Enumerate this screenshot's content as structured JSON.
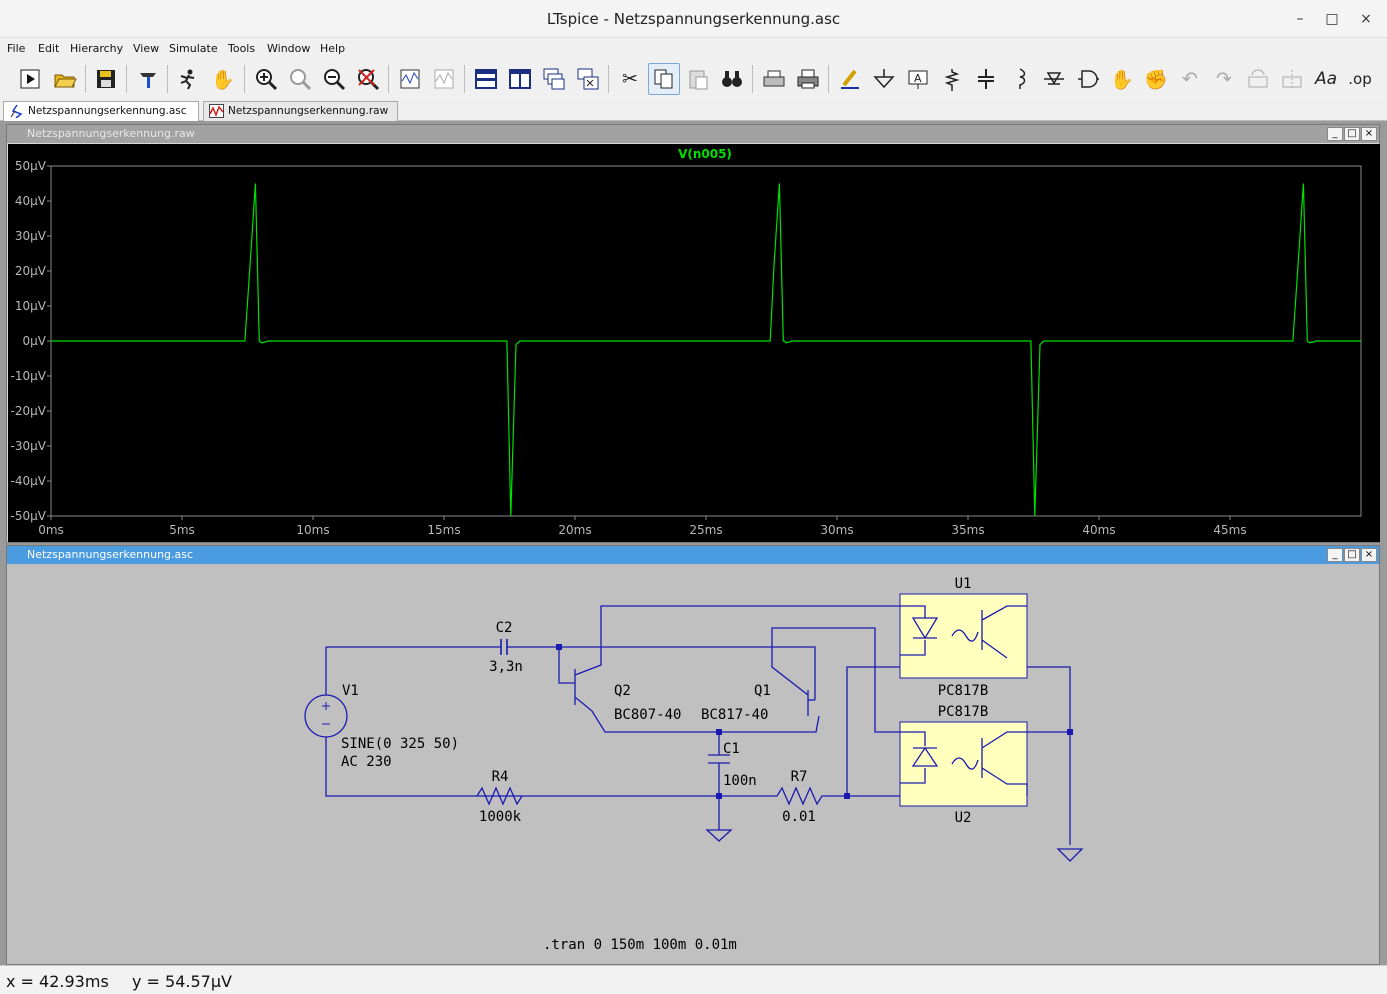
{
  "window": {
    "title": "LTspice - Netzspannungserkennung.asc",
    "btn_min": "–",
    "btn_max": "□",
    "btn_close": "×"
  },
  "menu": {
    "items": [
      "File",
      "Edit",
      "Hierarchy",
      "View",
      "Simulate",
      "Tools",
      "Window",
      "Help"
    ]
  },
  "toolbar": {
    "tools": [
      "run-icon",
      "open-icon",
      "save-icon",
      "control-panel-icon",
      "halt-icon",
      "pan-hand-icon",
      "zoom-in-icon",
      "zoom-fit-icon",
      "zoom-out-icon",
      "zoom-cancel-icon",
      "autorange-icon",
      "clear-plot-icon",
      "tile-horizontal-icon",
      "tile-vertical-icon",
      "cascade-icon",
      "close-all-icon",
      "cut-icon",
      "copy-icon",
      "paste-icon",
      "find-icon",
      "print-setup-icon",
      "print-icon",
      "wire-icon",
      "ground-icon",
      "label-net-icon",
      "resistor-icon",
      "capacitor-icon",
      "inductor-icon",
      "diode-icon",
      "component-icon",
      "move-icon",
      "drag-icon",
      "undo-icon",
      "redo-icon",
      "rotate-icon",
      "mirror-icon",
      "text-icon",
      "spice-directive-icon"
    ],
    "text_aa": "Aa",
    "text_op": ".op"
  },
  "tabs": [
    {
      "label": "Netzspannungserkennung.asc",
      "active": true
    },
    {
      "label": "Netzspannungserkennung.raw",
      "active": false
    }
  ],
  "waveform": {
    "window_title": "Netzspannungserkennung.raw",
    "chart_data": {
      "type": "line",
      "title": "V(n005)",
      "x_unit": "ms",
      "y_unit": "µV",
      "xlim": [
        0,
        50
      ],
      "ylim": [
        -50,
        50
      ],
      "xticks": [
        "0ms",
        "5ms",
        "10ms",
        "15ms",
        "20ms",
        "25ms",
        "30ms",
        "35ms",
        "40ms",
        "45ms"
      ],
      "yticks": [
        "50µV",
        "40µV",
        "30µV",
        "20µV",
        "10µV",
        "0µV",
        "-10µV",
        "-20µV",
        "-30µV",
        "-40µV",
        "-50µV"
      ],
      "series": [
        {
          "name": "V(n005)",
          "color": "#00e000",
          "x": [
            0,
            7.4,
            7.6,
            7.8,
            7.95,
            8.05,
            8.3,
            17.4,
            17.55,
            17.75,
            17.9,
            28,
            27.45,
            27.6,
            27.8,
            27.95,
            28.05,
            28.3,
            37.4,
            37.55,
            37.75,
            37.9,
            47.4,
            47.6,
            47.8,
            47.95,
            48.05,
            48.3,
            50
          ],
          "y": [
            0,
            0,
            22,
            45,
            0,
            -0.5,
            0,
            0,
            -50,
            -1,
            0,
            0,
            0,
            22,
            45,
            0,
            -0.5,
            0,
            0,
            -50,
            -1,
            0,
            0,
            22,
            45,
            0,
            -0.5,
            0,
            0
          ]
        }
      ]
    }
  },
  "schematic": {
    "window_title": "Netzspannungserkennung.asc",
    "labels": {
      "c2": "C2",
      "c2_val": "3,3n",
      "v1": "V1",
      "v1_val1": "SINE(0 325 50)",
      "v1_val2": "AC 230",
      "r4": "R4",
      "r4_val": "1000k",
      "q2": "Q2",
      "q2_val": "BC807-40",
      "q1": "Q1",
      "q1_val": "BC817-40",
      "c1": "C1",
      "c1_val": "100n",
      "r7": "R7",
      "r7_val": "0.01",
      "u1": "U1",
      "u1_val": "PC817B",
      "u2": "U2",
      "u2_val": "PC817B",
      "directive": ".tran 0 150m 100m 0.01m"
    }
  },
  "status": {
    "x_readout": "x = 42.93ms",
    "y_readout": "y = 54.57µV"
  }
}
